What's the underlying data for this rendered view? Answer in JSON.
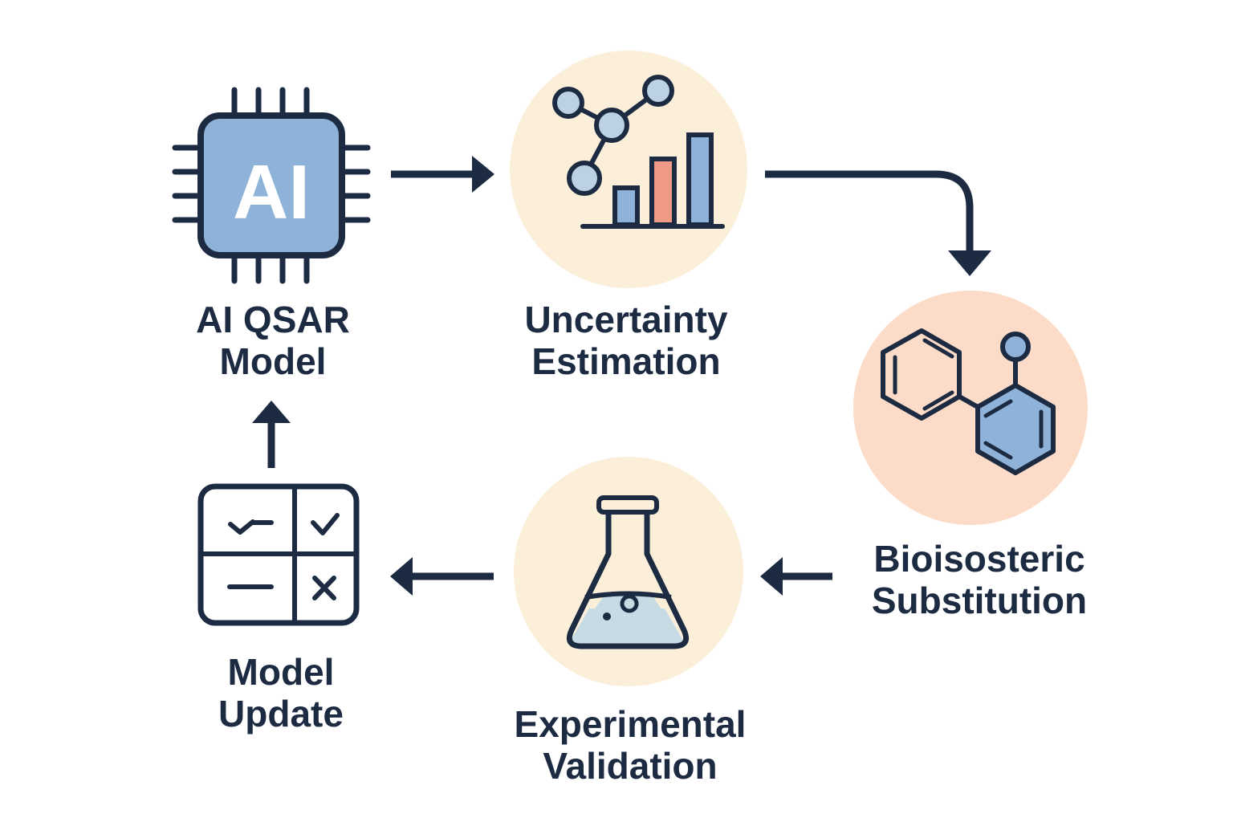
{
  "colors": {
    "ink": "#1c2b42",
    "blue_fill": "#8fb3d8",
    "light_blue_fill": "#bcd2e4",
    "orange_bar": "#ef9a84",
    "cream_circle": "#fbefd9",
    "peach_circle": "#fcdcc8",
    "flask_liquid": "#c7dbe4"
  },
  "nodes": {
    "ai_model": {
      "icon": "ai-chip-icon",
      "chip_text": "AI",
      "label_line1": "AI QSAR",
      "label_line2": "Model"
    },
    "uncertainty": {
      "icon": "network-bar-chart-icon",
      "label_line1": "Uncertainty",
      "label_line2": "Estimation"
    },
    "bioisosteric": {
      "icon": "biphenyl-molecule-icon",
      "label_line1": "Bioisosteric",
      "label_line2": "Substitution"
    },
    "experimental": {
      "icon": "erlenmeyer-flask-icon",
      "label_line1": "Experimental",
      "label_line2": "Validation"
    },
    "model_update": {
      "icon": "checklist-grid-icon",
      "label_line1": "Model",
      "label_line2": "Update"
    }
  },
  "edges": [
    {
      "from": "ai_model",
      "to": "uncertainty"
    },
    {
      "from": "uncertainty",
      "to": "bioisosteric"
    },
    {
      "from": "bioisosteric",
      "to": "experimental"
    },
    {
      "from": "experimental",
      "to": "model_update"
    },
    {
      "from": "model_update",
      "to": "ai_model"
    }
  ]
}
